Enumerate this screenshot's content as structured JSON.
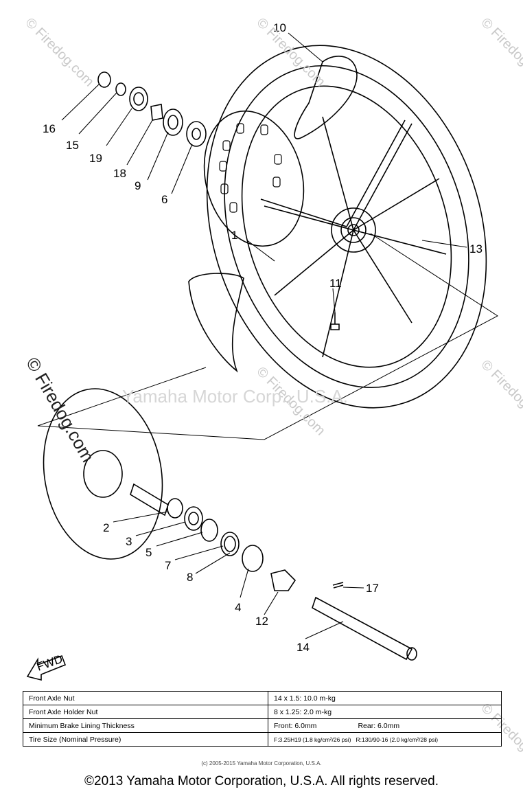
{
  "callouts": [
    "10",
    "16",
    "15",
    "19",
    "18",
    "9",
    "6",
    "1",
    "13",
    "11",
    "2",
    "3",
    "5",
    "7",
    "8",
    "4",
    "12",
    "17",
    "14"
  ],
  "fwd_label": "FWD",
  "watermarks": {
    "brand": "© Firedog.com",
    "center": "Yamaha Motor Corp., U.S.A."
  },
  "specs": [
    {
      "label": "Front Axle Nut",
      "value": "14 x 1.5: 10.0 m-kg"
    },
    {
      "label": "Front Axle Holder Nut",
      "value": "8 x 1.25: 2.0 m-kg"
    },
    {
      "label": "Minimum Brake Lining Thickness",
      "front": "Front: 6.0mm",
      "rear": "Rear: 6.0mm"
    },
    {
      "label": "Tire Size (Nominal Pressure)",
      "front": "F:3.25H19 (1.8 kg/cm²/26 psi)",
      "rear": "R:130/90-16 (2.0 kg/cm²/28 psi)"
    }
  ],
  "tiny_copyright": "(c) 2005-2015 Yamaha Motor Corporation, U.S.A.",
  "copyright": "©2013 Yamaha Motor Corporation, U.S.A. All rights reserved."
}
